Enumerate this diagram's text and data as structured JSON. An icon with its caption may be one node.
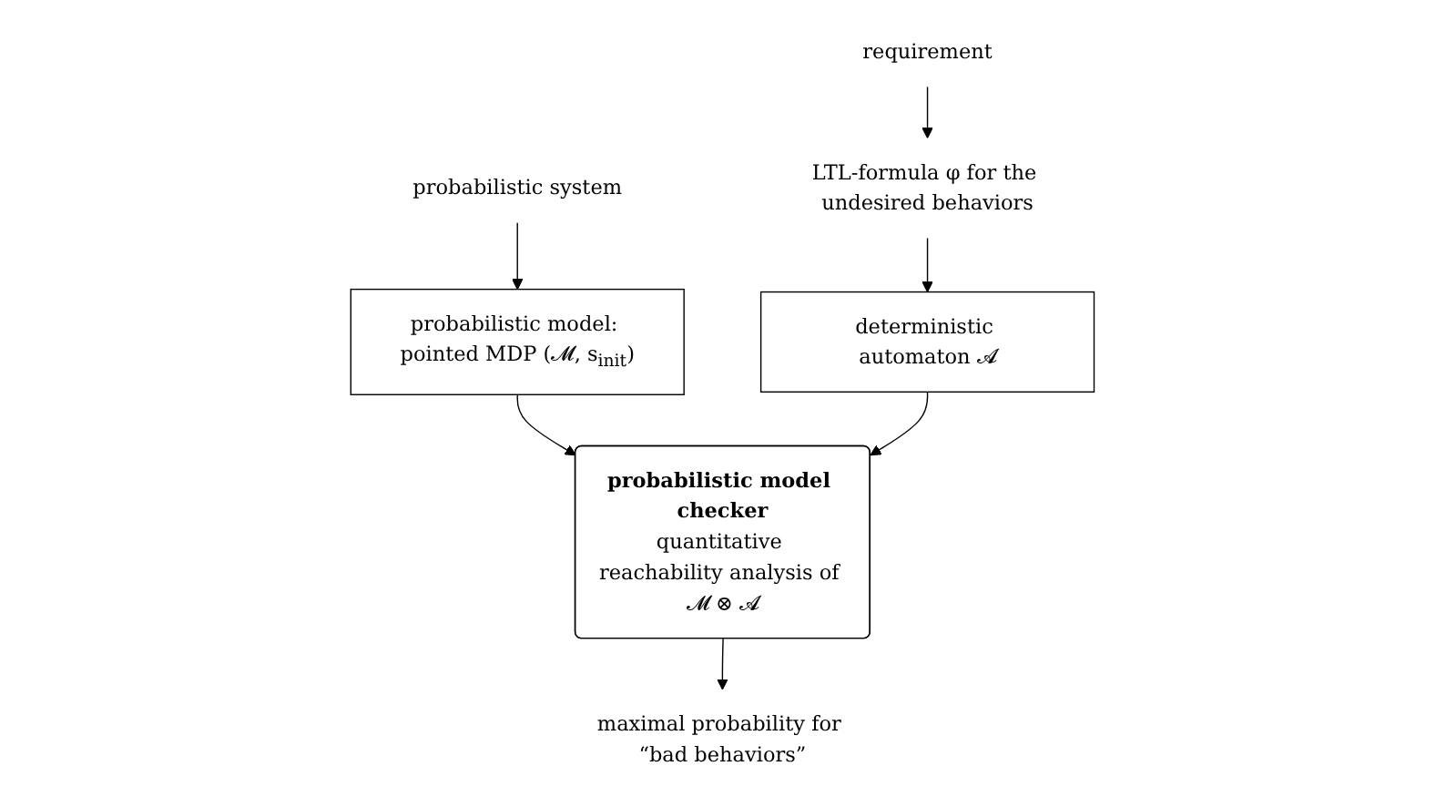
{
  "diagram": {
    "nodes": [
      {
        "text": [
          "probabilistic system"
        ]
      },
      {
        "text": [
          "probabilistic model: pointed MDP (𝓜, s$_{init}$)"
        ]
      },
      {
        "text": [
          "requirement"
        ]
      },
      {
        "text": [
          "LTL-formula φ for the undesired behaviors"
        ]
      },
      {
        "text": [
          "deterministic automaton 𝓐"
        ]
      },
      {
        "text": [
          "probabilistic model checker",
          "quantitative reachability analysis of 𝓜 ⊗ 𝓐"
        ]
      },
      {
        "text": [
          "maximal probability for “bad behaviors”"
        ]
      }
    ],
    "edges": [
      {
        "from": 0,
        "to": 1,
        "arrow": "to"
      },
      {
        "from": 2,
        "to": 3,
        "arrow": "to"
      },
      {
        "from": 3,
        "to": 4,
        "arrow": "to"
      },
      {
        "from": 1,
        "to": 5,
        "arrow": "to"
      },
      {
        "from": 4,
        "to": 5,
        "arrow": "to"
      },
      {
        "from": 5,
        "to": 6,
        "arrow": "to"
      }
    ]
  }
}
